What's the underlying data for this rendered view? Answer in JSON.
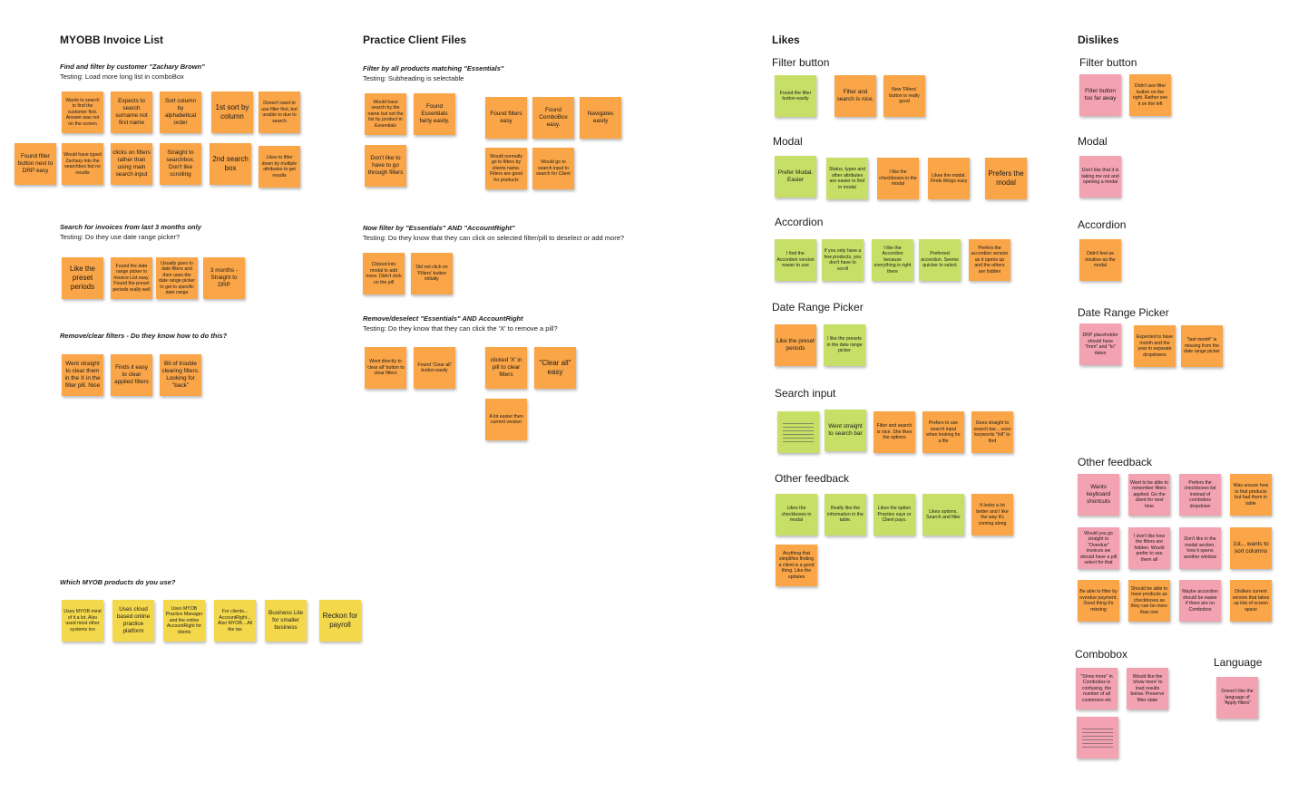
{
  "sections": {
    "invoice_list": "MYOBB Invoice List",
    "client_files": "Practice Client Files",
    "likes": "Likes",
    "dislikes": "Dislikes"
  },
  "tasks": {
    "t1_title": "Find and filter by customer \"Zachary Brown\"",
    "t1_sub": "Testing: Load more long list in comboBox",
    "t2_title": "Search for invoices from last 3 months only",
    "t2_sub": "Testing: Do they use date range picker?",
    "t3_title": "Remove/clear filters - Do they know how to do this?",
    "t4_title": "Which MYOB products do you use?",
    "t5_title": "Filter by all products matching \"Essentials\"",
    "t5_sub": "Testing: Subheading is selectable",
    "t6_title": "Now filter by \"Essentials\" AND \"AccountRight\"",
    "t6_sub": "Testing: Do they know that they can click on selected filter/pill to deselect or add more?",
    "t7_title": "Remove/deselect \"Essentials\" AND AccountRight",
    "t7_sub": "Testing: Do they know that they can click the 'X' to remove a pill?"
  },
  "categories": {
    "likes_filter": "Filter button",
    "likes_modal": "Modal",
    "likes_accordion": "Accordion",
    "likes_drp": "Date Range Picker",
    "likes_search": "Search input",
    "likes_other": "Other feedback",
    "dis_filter": "Filter button",
    "dis_modal": "Modal",
    "dis_accordion": "Accordion",
    "dis_drp": "Date Range Picker",
    "dis_other": "Other feedback",
    "dis_combobox": "Combobox",
    "dis_language": "Language"
  },
  "notes": {
    "a1": "Wants to search to find the customer first. Answer was not on the screen",
    "a2": "Expects to search surname not first name",
    "a3": "Sort column by alphabetical order",
    "a4": "1st sort by column",
    "a5": "Doesn't want to use filter first, but unable to due to search",
    "a6": "Found filter button next to DRP easy",
    "a7": "Would have typed Zachary into the searchbox but no results",
    "a8": "clicks on filters rather than using main search input",
    "a9": "Straight to searchbox. Don't like scrolling",
    "a10": "2nd search box",
    "a11": "Likes to filter down by multiple attributes to get results",
    "b1": "Like the preset periods",
    "b2": "Found the date range picker in Invoice List easy. Found the preset periods really well",
    "b3": "Usually goes to date filters and then uses the date range picker to get to specific date range",
    "b4": "3 months - Straight to DRP",
    "c1": "Went straight to clear them in the X in the filter pill. Nice",
    "c2": "Finds it easy to clear applied filters",
    "c3": "Bit of trouble clearing filters. Looking for \"back\"",
    "d1": "Uses MYOB mind of it a lot. Also used most other systems too",
    "d2": "Uses cloud based online practice platform",
    "d3": "Uses MYOB Practice Manager and the online AccountRight for clients",
    "d4": "For clients... AccountRight... Also MYOB... All the tax",
    "d5": "Business Lite for smaller business",
    "d6": "Reckon for payroll",
    "e1": "Would have search by the name but not the list by product in Essentials",
    "e2": "Found Essentials fairly easily.",
    "e3": "Found filters easy",
    "e4": "Found ComboBox easy.",
    "e5": "Navigates easily",
    "e6": "Don't like to have to go through filters",
    "e7": "Would normally go to filters by clients name. Filters are good for products",
    "e8": "Would go to search input to search for Client",
    "f1": "Clicked into modal to add more. Didn't click on the pill",
    "f2": "Did not click on 'Filters' button initially",
    "g1": "Went directly to 'clear all' button to clear filters",
    "g2": "Found 'Clear all' button easily",
    "g3": "clicked 'X' in pill to clear filters",
    "g4": "\"Clear all\" easy",
    "g5": "A lot easier then current version",
    "l1": "Found the filter button easily",
    "l2": "Filter and search is nice.",
    "l3": "New 'Filters' button is really good",
    "l4": "Prefer Modal. Easier",
    "l5": "Status, types and other attributes are easier to find in modal",
    "l6": "I like the checkboxes in the modal",
    "l7": "Likes the modal. Finds things easy",
    "l8": "Prefers the modal",
    "l9": "I find the Accordion version easier to use",
    "l10": "If you only have a few products, you don't have to scroll",
    "l11": "I like the Accordion because everything is right there",
    "l12": "Preferred accordion. Seems quicker to select",
    "l13": "Prefers the accordion version as it opens up and the others are hidden",
    "l14": "Like the preset periods",
    "l15": "I like the presets in the date range picker",
    "l16": "Went straight to search bar",
    "l17": "Filter and search is nice. She likes the options",
    "l18": "Prefers to use search input when looking for a file",
    "l19": "Goes straight to search bar... uses keywords \"hill\" to find",
    "l20": "Likes the checkboxes in modal",
    "l21": "Really like the information in the table.",
    "l22": "Likes the option Practice says or Client pays.",
    "l23": "Likes options, Search and filter",
    "l24": "It looks a lot better and I like the way it's coming along",
    "l25": "Anything that simplifies finding a client is a good thing. Like the updates",
    "p1": "Filter button too far away",
    "p2": "Didn't see filter button on the right. Rather see it on the left",
    "p3": "Don't like that it is taking me out and opening a modal",
    "p4": "Didn't feel as intuitive as the modal",
    "p5": "DRP placeholder should have \"from\" and \"to\" dates",
    "p6": "Expected to have month and the year in separate dropdowns",
    "p7": "\"last month\" is missing from the date range picker",
    "p8": "Wants keyboard shortcuts",
    "p9": "Want to be able to remember filters applied. Go the client for next time",
    "p10": "Prefers the checkboxes list instead of combobox dropdown",
    "p11": "Was unsure how to find products but had them in table",
    "p12": "Would you go straight to \"Overdue\" invoices we should have a pill select for that",
    "p13": "I don't like how the filters are hidden. Would prefer to see them all",
    "p14": "Don't like in the modal section, how it opens another window",
    "p15": "1st... wants to sort columns",
    "p16": "Be able to filter by overdue payment. Good thing it's missing",
    "p17": "Should be able to have products as checkboxes as they can be more than one",
    "p18": "Maybe accordion should be easier if there are no Combobox",
    "p19": "Dislikes current version that takes up lots of screen space",
    "p20": "\"Show more\" in Combobox is confusing, the number of all customers etc",
    "p21": "Would like the 'show more' to load results below. Preserve filter state",
    "p22": "Doesn't like the language of \"Apply filters\""
  }
}
